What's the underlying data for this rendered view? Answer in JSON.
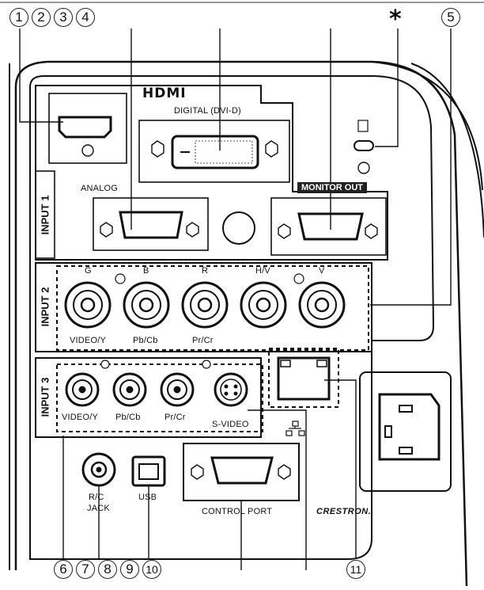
{
  "callouts_top": [
    "1",
    "2",
    "3",
    "4",
    "5"
  ],
  "callouts_bottom": [
    "6",
    "7",
    "8",
    "9",
    "10",
    "11"
  ],
  "star": "*",
  "input_labels": {
    "input1": "INPUT 1",
    "input2": "INPUT 2",
    "input3": "INPUT 3"
  },
  "hdmi_logo": "HDMI",
  "digital_label": "DIGITAL (DVI-D)",
  "analog_label": "ANALOG",
  "monitor_out_label": "MONITOR OUT",
  "bnc_labels_top": [
    "G",
    "B",
    "R",
    "H/V",
    "V"
  ],
  "bnc_labels_bottom": [
    "VIDEO/Y",
    "Pb/Cb",
    "Pr/Cr"
  ],
  "rca_labels": [
    "VIDEO/Y",
    "Pb/Cb",
    "Pr/Cr"
  ],
  "svideo_label": "S-VIDEO",
  "rc_jack_label": [
    "R/C",
    "JACK"
  ],
  "usb_label": "USB",
  "control_port_label": "CONTROL PORT",
  "crestron_label": "CRESTRON."
}
